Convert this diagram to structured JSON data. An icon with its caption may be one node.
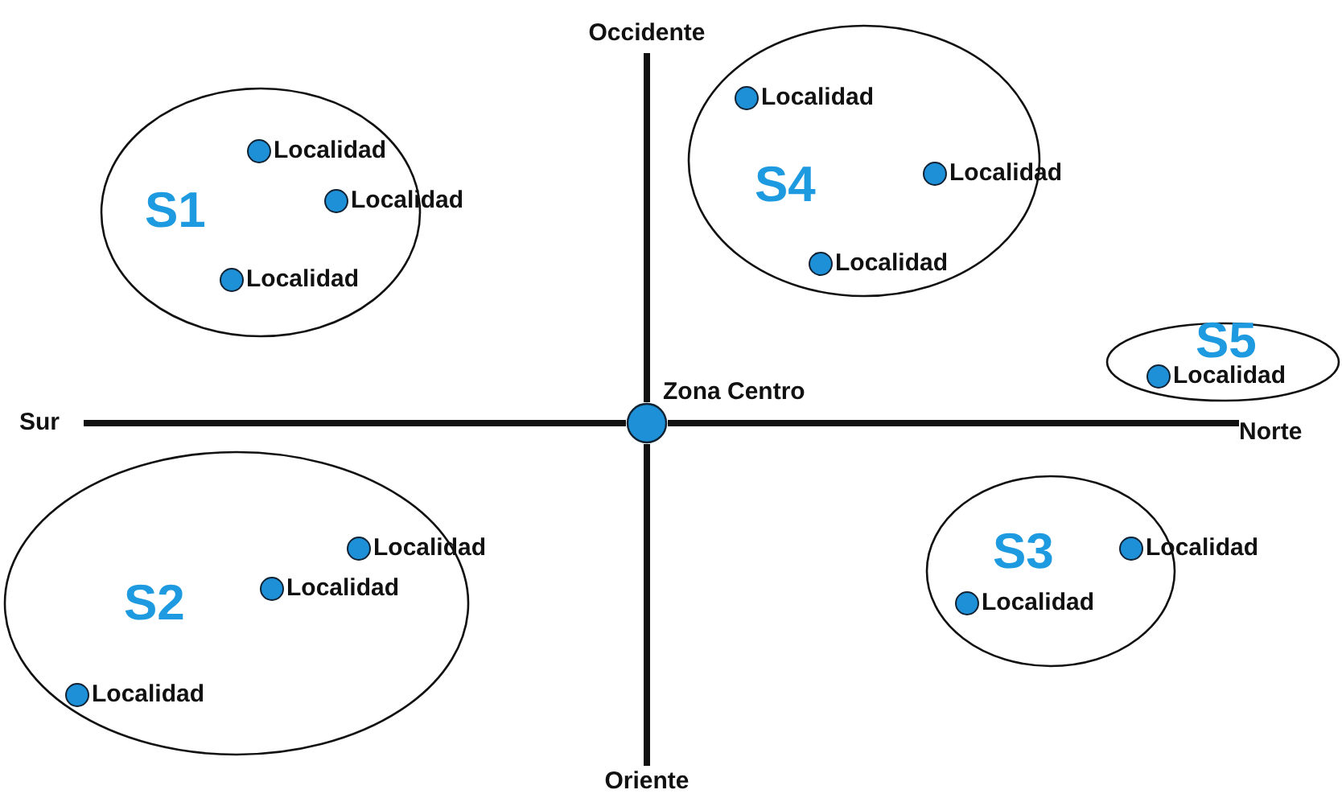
{
  "diagram": {
    "nodes": [
      {
        "text": [
          "Occidente"
        ]
      },
      {
        "text": [
          "S1"
        ]
      },
      {
        "text": [
          "Localidad"
        ],
        "in": 1
      },
      {
        "text": [
          "Localidad"
        ],
        "in": 1
      },
      {
        "text": [
          "Localidad"
        ],
        "in": 1
      },
      {
        "text": [
          "S4"
        ]
      },
      {
        "text": [
          "Localidad"
        ],
        "in": 5
      },
      {
        "text": [
          "Localidad"
        ],
        "in": 5
      },
      {
        "text": [
          "Localidad"
        ],
        "in": 5
      },
      {
        "text": [
          "S5"
        ]
      },
      {
        "text": [
          "Localidad"
        ],
        "in": 9
      },
      {
        "text": [
          "Sur"
        ]
      },
      {
        "text": [],
        "shape": "circle",
        "beside": [
          "Zona Centro"
        ]
      },
      {
        "text": [
          "Norte"
        ]
      },
      {
        "text": [
          "S2"
        ]
      },
      {
        "text": [
          "Localidad"
        ],
        "in": 14
      },
      {
        "text": [
          "Localidad"
        ],
        "in": 14
      },
      {
        "text": [
          "Localidad"
        ],
        "in": 14
      },
      {
        "text": [
          "S3"
        ]
      },
      {
        "text": [
          "Localidad"
        ],
        "in": 18
      },
      {
        "text": [
          "Localidad"
        ],
        "in": 18
      },
      {
        "text": [
          "Oriente"
        ]
      }
    ],
    "edges": [
      {
        "from": 11,
        "to": 12,
        "arrow": "none"
      },
      {
        "from": 12,
        "to": 13,
        "arrow": "none"
      },
      {
        "from": 0,
        "to": 12,
        "arrow": "none"
      },
      {
        "from": 12,
        "to": 21,
        "arrow": "none"
      }
    ]
  }
}
